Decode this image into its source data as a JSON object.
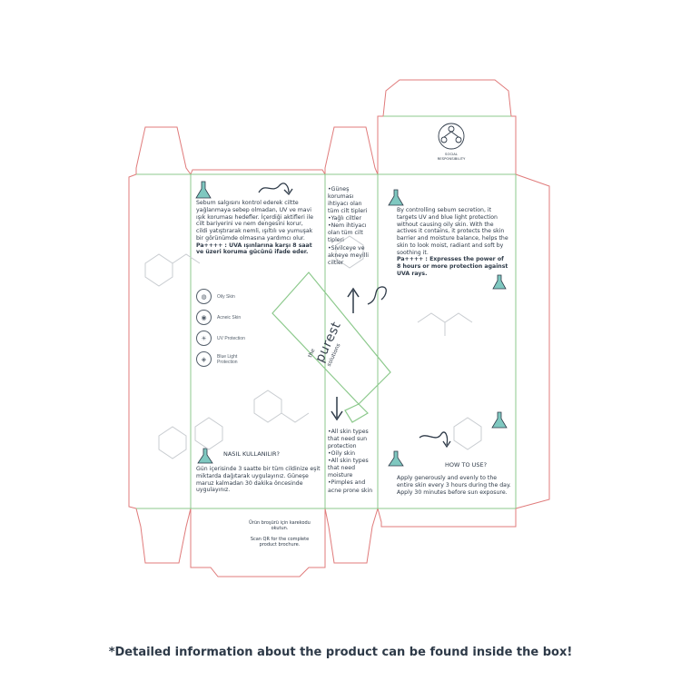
{
  "left_panel": {
    "paragraph": "Sebum salgısını kontrol ederek ciltte yağlanmaya sebep olmadan, UV ve mavi ışık koruması hedefler. İçerdiği aktifleri ile cilt bariyerini ve nem dengesini korur, cildi yatıştırarak nemli, ışıltılı ve yumuşak bir görünümde olmasına yardımcı olur.",
    "highlight": "Pa++++ : UVA ışınlarına karşı 8 saat ve üzeri koruma gücünü ifade eder.",
    "legend": [
      {
        "icon": "oily-skin-icon",
        "label": "Oily Skin"
      },
      {
        "icon": "acneic-skin-icon",
        "label": "Acneic Skin"
      },
      {
        "icon": "uv-protection-icon",
        "label": "UV Protection"
      },
      {
        "icon": "blue-light-icon",
        "label": "Blue Light Protection"
      }
    ],
    "usage_title": "NASIL KULLANILIR?",
    "usage_text": "Gün içerisinde 3 saatte bir tüm cildinize eşit miktarda dağıtarak uygulayınız. Güneşe maruz kalmadan 30 dakika öncesinde uygulayınız."
  },
  "middle_top_bullets": [
    "•Güneş koruması ihtiyacı olan tüm cilt tipleri",
    "•Yağlı ciltler",
    "•Nem ihtiyacı olan tüm cilt tipleri",
    "•Sivilceye ve akneye meyilli ciltler"
  ],
  "middle_bottom_bullets": [
    "•All skin types that need sun protection",
    "•Oily skin",
    "•All skin types that need moisture",
    "•Pimples and acne prone skin"
  ],
  "brand": {
    "the": "the",
    "name": "purest",
    "sub": "solutions"
  },
  "right_panel": {
    "paragraph": "By controlling sebum secretion, it targets UV and blue light protection without causing oily skin. With the actives it contains, it protects the skin barrier and moisture balance, helps the skin to look moist, radiant and soft by soothing it.",
    "highlight": "Pa++++ : Expresses the power of 8 hours or more protection against UVA rays.",
    "usage_title": "HOW TO USE?",
    "usage_text": "Apply generously and evenly to the entire skin every 3 hours during the day. Apply 30 minutes before sun exposure."
  },
  "social": {
    "label": "SOCIAL RESPONSIBILITY"
  },
  "bottom_flap": {
    "tr": "Ürün broşürü için karekodu okutun.",
    "en": "Scan QR for the complete product brochure."
  },
  "footer": "*Detailed information about the product can be found inside the box!",
  "colors": {
    "cut": "#e07b7b",
    "fold": "#8cc98c",
    "text": "#2e3a48",
    "accent": "#7fc8c0"
  }
}
